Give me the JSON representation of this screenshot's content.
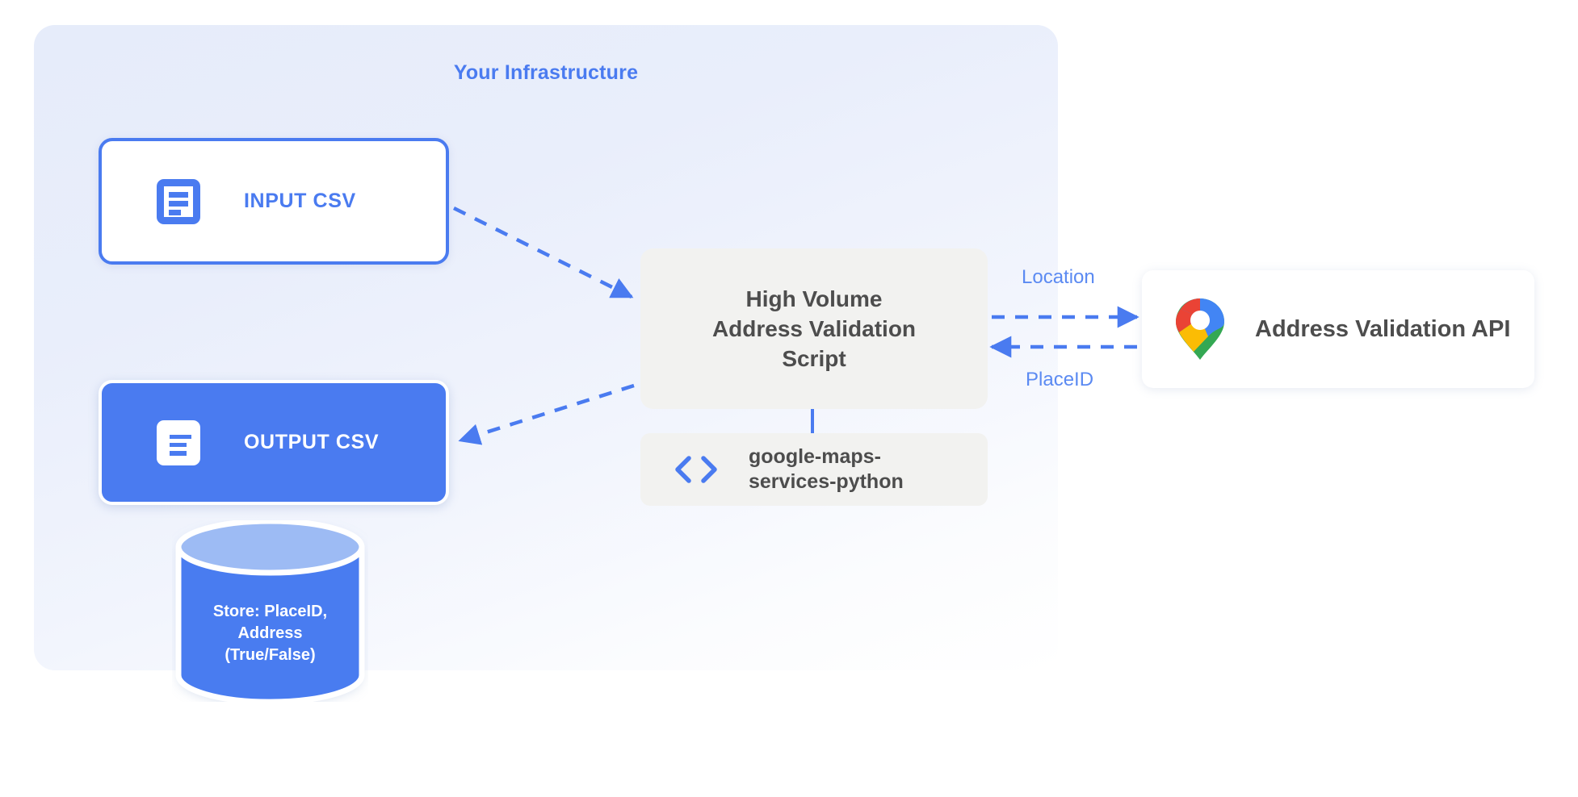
{
  "panel": {
    "title": "Your Infrastructure"
  },
  "nodes": {
    "input_csv": {
      "label": "INPUT CSV",
      "icon": "document-icon"
    },
    "output_csv": {
      "label": "OUTPUT CSV",
      "icon": "document-icon"
    },
    "script": {
      "line1": "High Volume",
      "line2": "Address Validation",
      "line3": "Script"
    },
    "library": {
      "line1": "google-maps-",
      "line2": "services-python",
      "icon": "code-brackets-icon"
    },
    "api": {
      "label": "Address Validation API",
      "icon": "google-maps-pin-icon"
    },
    "database": {
      "line1": "Store: PlaceID,",
      "line2": "Address",
      "line3": "(True/False)"
    }
  },
  "edges": {
    "location_label": "Location",
    "placeid_label": "PlaceID"
  },
  "colors": {
    "brand_blue": "#4a7bf0",
    "label_blue": "#5b8af2",
    "panel_bg": "#e6ecfa",
    "box_gray": "#f2f2f0",
    "text_gray": "#4d4d4d",
    "db_top": "#9dbbf4",
    "maps_blue": "#4285f4",
    "maps_red": "#ea4335",
    "maps_yellow": "#fbbc04",
    "maps_green": "#34a853"
  }
}
